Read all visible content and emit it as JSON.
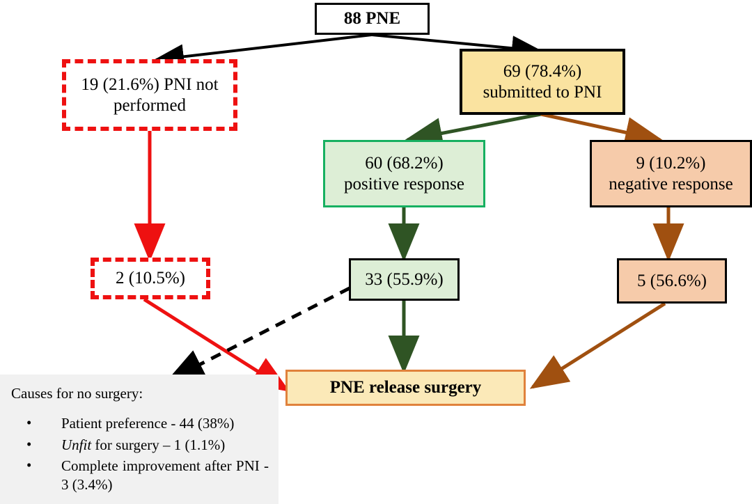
{
  "diagram": {
    "title": "PNE patient flow diagram",
    "nodes": [
      {
        "id": "root",
        "text": "88 PNE"
      },
      {
        "id": "not_done",
        "text": "19 (21.6%) PNI not performed"
      },
      {
        "id": "submitted",
        "text": "69 (78.4%) submitted to PNI"
      },
      {
        "id": "positive",
        "text": "60 (68.2%) positive response"
      },
      {
        "id": "negative",
        "text": "9 (10.2%) negative response"
      },
      {
        "id": "notdone_surg",
        "text": "2 (10.5%)"
      },
      {
        "id": "pos_surg",
        "text": "33 (55.9%)"
      },
      {
        "id": "neg_surg",
        "text": "5 (56.6%)"
      },
      {
        "id": "surgery",
        "text": "PNE release surgery"
      }
    ],
    "node_lines": {
      "root": [
        "88 PNE"
      ],
      "not_done": [
        "19 (21.6%) PNI not",
        "performed"
      ],
      "submitted": [
        "69 (78.4%)",
        "submitted to PNI"
      ],
      "positive": [
        "60 (68.2%)",
        "positive response"
      ],
      "negative": [
        "9 (10.2%)",
        "negative response"
      ],
      "notdone_surg": [
        "2 (10.5%)"
      ],
      "pos_surg": [
        "33 (55.9%)"
      ],
      "neg_surg": [
        "5 (56.6%)"
      ],
      "surgery": [
        "PNE release surgery"
      ]
    }
  },
  "legend": {
    "title": "Causes for no surgery:",
    "bullet_glyph": "•",
    "items": [
      {
        "pre": "Patient preference - 44 (38%)",
        "italic": "",
        "post": ""
      },
      {
        "pre": "",
        "italic": "Unfit",
        "post": " for surgery – 1 (1.1%)"
      },
      {
        "pre": "Complete improvement after PNI - 3 (3.4%)",
        "italic": "",
        "post": ""
      }
    ]
  },
  "colors": {
    "black": "#000000",
    "red": "#ee1111",
    "dark_green": "#2f5424",
    "bright_green": "#17b061",
    "brown": "#a05010",
    "orange": "#e0823c",
    "yellow_fill": "#fae3a0",
    "green_fill": "#ddeed6",
    "peach_fill": "#f6cbaa",
    "surgery_fill": "#fbe9b8",
    "legend_fill": "#f1f1f1"
  }
}
